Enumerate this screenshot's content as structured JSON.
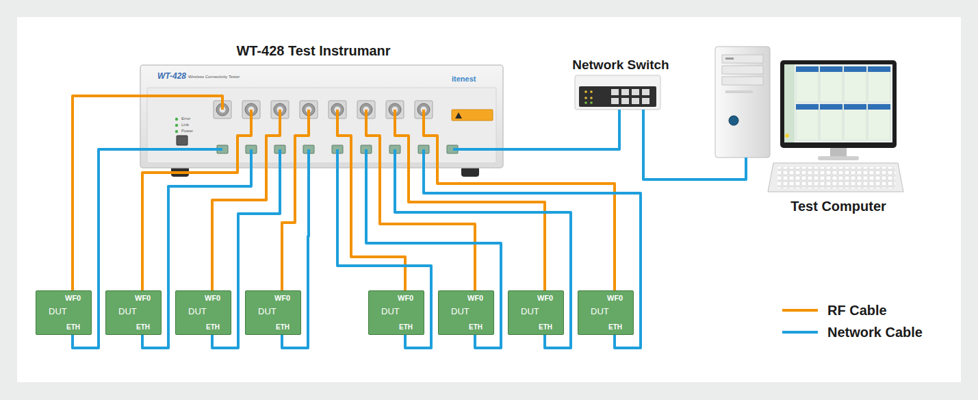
{
  "diagram": {
    "nodes": [
      {
        "text": [
          "WT-428 Test Instrumanr",
          "WT-428",
          "Wireless Connectivity Tester",
          "itenest",
          "Error",
          "Link",
          "Power"
        ]
      },
      {
        "text": [
          "Network Switch"
        ]
      },
      {
        "text": [
          "Test Computer"
        ]
      },
      {
        "text": [
          "WF0",
          "DUT",
          "ETH"
        ]
      },
      {
        "text": [
          "WF0",
          "DUT",
          "ETH"
        ]
      },
      {
        "text": [
          "WF0",
          "DUT",
          "ETH"
        ]
      },
      {
        "text": [
          "WF0",
          "DUT",
          "ETH"
        ]
      },
      {
        "text": [
          "WF0",
          "DUT",
          "ETH"
        ]
      },
      {
        "text": [
          "WF0",
          "DUT",
          "ETH"
        ]
      },
      {
        "text": [
          "WF0",
          "DUT",
          "ETH"
        ]
      },
      {
        "text": [
          "WF0",
          "DUT",
          "ETH"
        ]
      }
    ],
    "edges": [
      {
        "from": 0,
        "to": 3,
        "arrow": "none"
      },
      {
        "from": 0,
        "to": 3,
        "arrow": "none"
      },
      {
        "from": 0,
        "to": 4,
        "arrow": "none"
      },
      {
        "from": 0,
        "to": 4,
        "arrow": "none"
      },
      {
        "from": 0,
        "to": 5,
        "arrow": "none"
      },
      {
        "from": 0,
        "to": 5,
        "arrow": "none"
      },
      {
        "from": 0,
        "to": 6,
        "arrow": "none"
      },
      {
        "from": 0,
        "to": 6,
        "arrow": "none"
      },
      {
        "from": 0,
        "to": 7,
        "arrow": "none"
      },
      {
        "from": 0,
        "to": 7,
        "arrow": "none"
      },
      {
        "from": 0,
        "to": 8,
        "arrow": "none"
      },
      {
        "from": 0,
        "to": 8,
        "arrow": "none"
      },
      {
        "from": 0,
        "to": 9,
        "arrow": "none"
      },
      {
        "from": 0,
        "to": 9,
        "arrow": "none"
      },
      {
        "from": 0,
        "to": 10,
        "arrow": "none"
      },
      {
        "from": 0,
        "to": 10,
        "arrow": "none"
      },
      {
        "from": 0,
        "to": 1,
        "arrow": "none"
      },
      {
        "from": 1,
        "to": 2,
        "arrow": "none"
      }
    ],
    "legend": [
      {
        "text": "RF Cable"
      },
      {
        "text": "Network Cable"
      }
    ]
  }
}
